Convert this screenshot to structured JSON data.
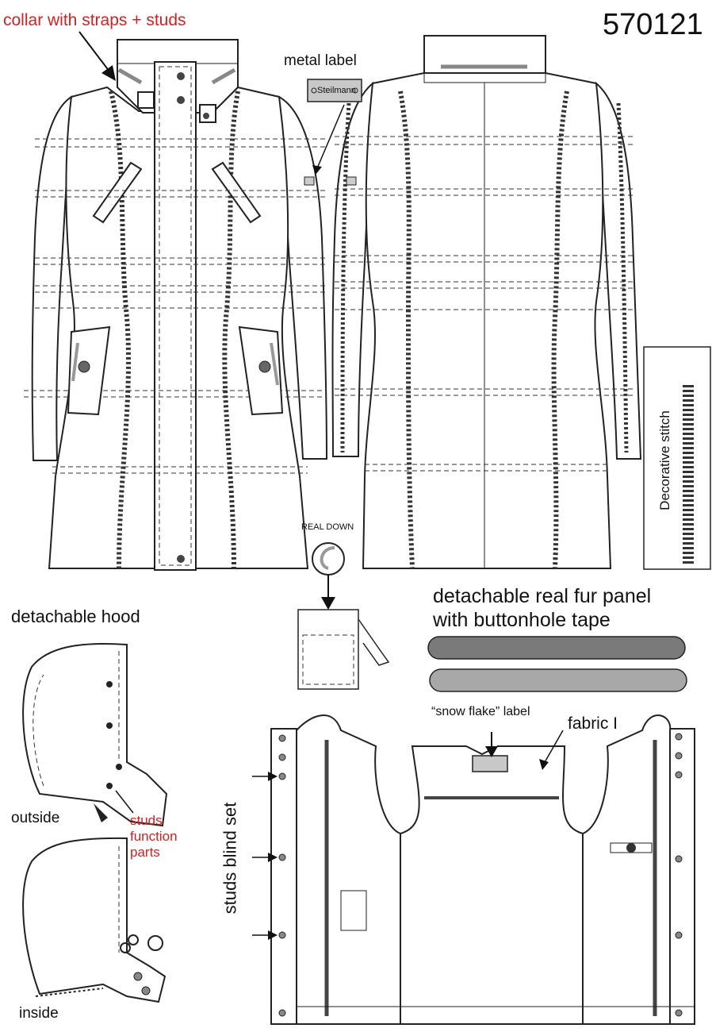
{
  "style_number": "570121",
  "labels": {
    "collar_note": "collar with straps + studs",
    "metal_label": "metal label",
    "metal_label_text": "Steilmann",
    "real_down": "REAL  DOWN",
    "decorative_stitch": "Decorative stitch",
    "detachable_hood": "detachable hood",
    "outside": "outside",
    "inside": "inside",
    "studs_function_parts": [
      "studs",
      "function",
      "parts"
    ],
    "fur_panel_line1": "detachable real fur panel",
    "fur_panel_line2": "with buttonhole tape",
    "snow_flake_label": "“snow flake” label",
    "fabric": "fabric I",
    "studs_blind_set": "studs blind set"
  },
  "colors": {
    "annotation_red": "#d62020",
    "fur_panel_dark": "#7a7a7a",
    "fur_panel_light": "#a8a8a8",
    "stud_grey": "#9a9a9a"
  }
}
